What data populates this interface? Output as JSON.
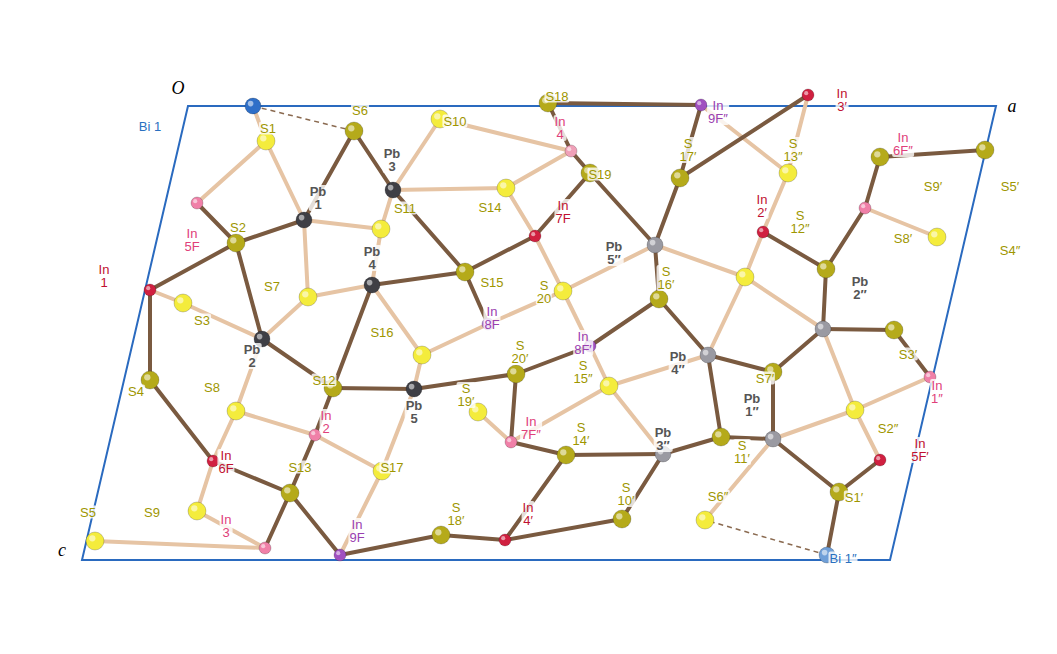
{
  "diagram": {
    "labels": [
      "O",
      "a",
      "c",
      "Bi 1",
      "S1",
      "S6",
      "S10",
      "S18",
      "In 4",
      "In 9F″",
      "In 3′",
      "S 17′",
      "S19",
      "S 13″",
      "In 6F″",
      "S9′",
      "S5′",
      "Pb 3",
      "Pb 1",
      "S11",
      "S14",
      "In 7F",
      "In 2′",
      "S 12″",
      "S8′",
      "S4″",
      "In 5F",
      "S2",
      "S15",
      "In 8F",
      "S 20",
      "S 16′",
      "Pb 5″",
      "Pb 2″",
      "Pb 4",
      "S7",
      "In 1",
      "S3",
      "Pb 2",
      "S16",
      "S 20′",
      "In 8F′",
      "S 15″",
      "Pb 4″",
      "S7′",
      "Pb 1″",
      "S3′",
      "In 1″",
      "S8",
      "S12",
      "In 2",
      "Pb 5",
      "S4",
      "S 19′",
      "In 7F″",
      "S 14′",
      "Pb 3″",
      "S 11′",
      "S2″",
      "In 5F′",
      "In 6F",
      "S13",
      "S17",
      "In 9F",
      "S 18′",
      "In 4′",
      "S 10′",
      "S6″",
      "S1′",
      "In 3",
      "S5",
      "S9",
      "Bi 1″"
    ]
  }
}
